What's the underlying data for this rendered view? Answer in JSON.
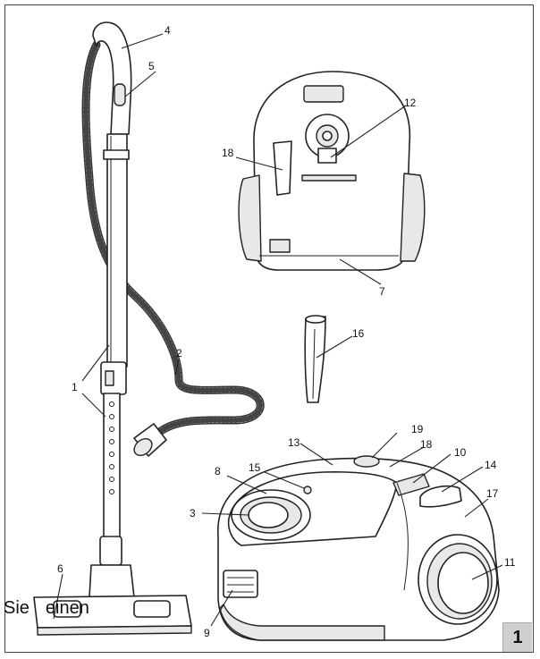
{
  "figure": {
    "number": "1",
    "overlay_words": [
      "Sie",
      "einen"
    ]
  },
  "callouts": [
    {
      "id": "1",
      "text": "1"
    },
    {
      "id": "2",
      "text": "2"
    },
    {
      "id": "3",
      "text": "3"
    },
    {
      "id": "4",
      "text": "4"
    },
    {
      "id": "5",
      "text": "5"
    },
    {
      "id": "6",
      "text": "6"
    },
    {
      "id": "7",
      "text": "7"
    },
    {
      "id": "8",
      "text": "8"
    },
    {
      "id": "9",
      "text": "9"
    },
    {
      "id": "10",
      "text": "10"
    },
    {
      "id": "11",
      "text": "11"
    },
    {
      "id": "12",
      "text": "12"
    },
    {
      "id": "13",
      "text": "13"
    },
    {
      "id": "14",
      "text": "14"
    },
    {
      "id": "15",
      "text": "15"
    },
    {
      "id": "16",
      "text": "16"
    },
    {
      "id": "17",
      "text": "17"
    },
    {
      "id": "18a",
      "text": "18"
    },
    {
      "id": "18b",
      "text": "18"
    },
    {
      "id": "19",
      "text": "19"
    }
  ]
}
